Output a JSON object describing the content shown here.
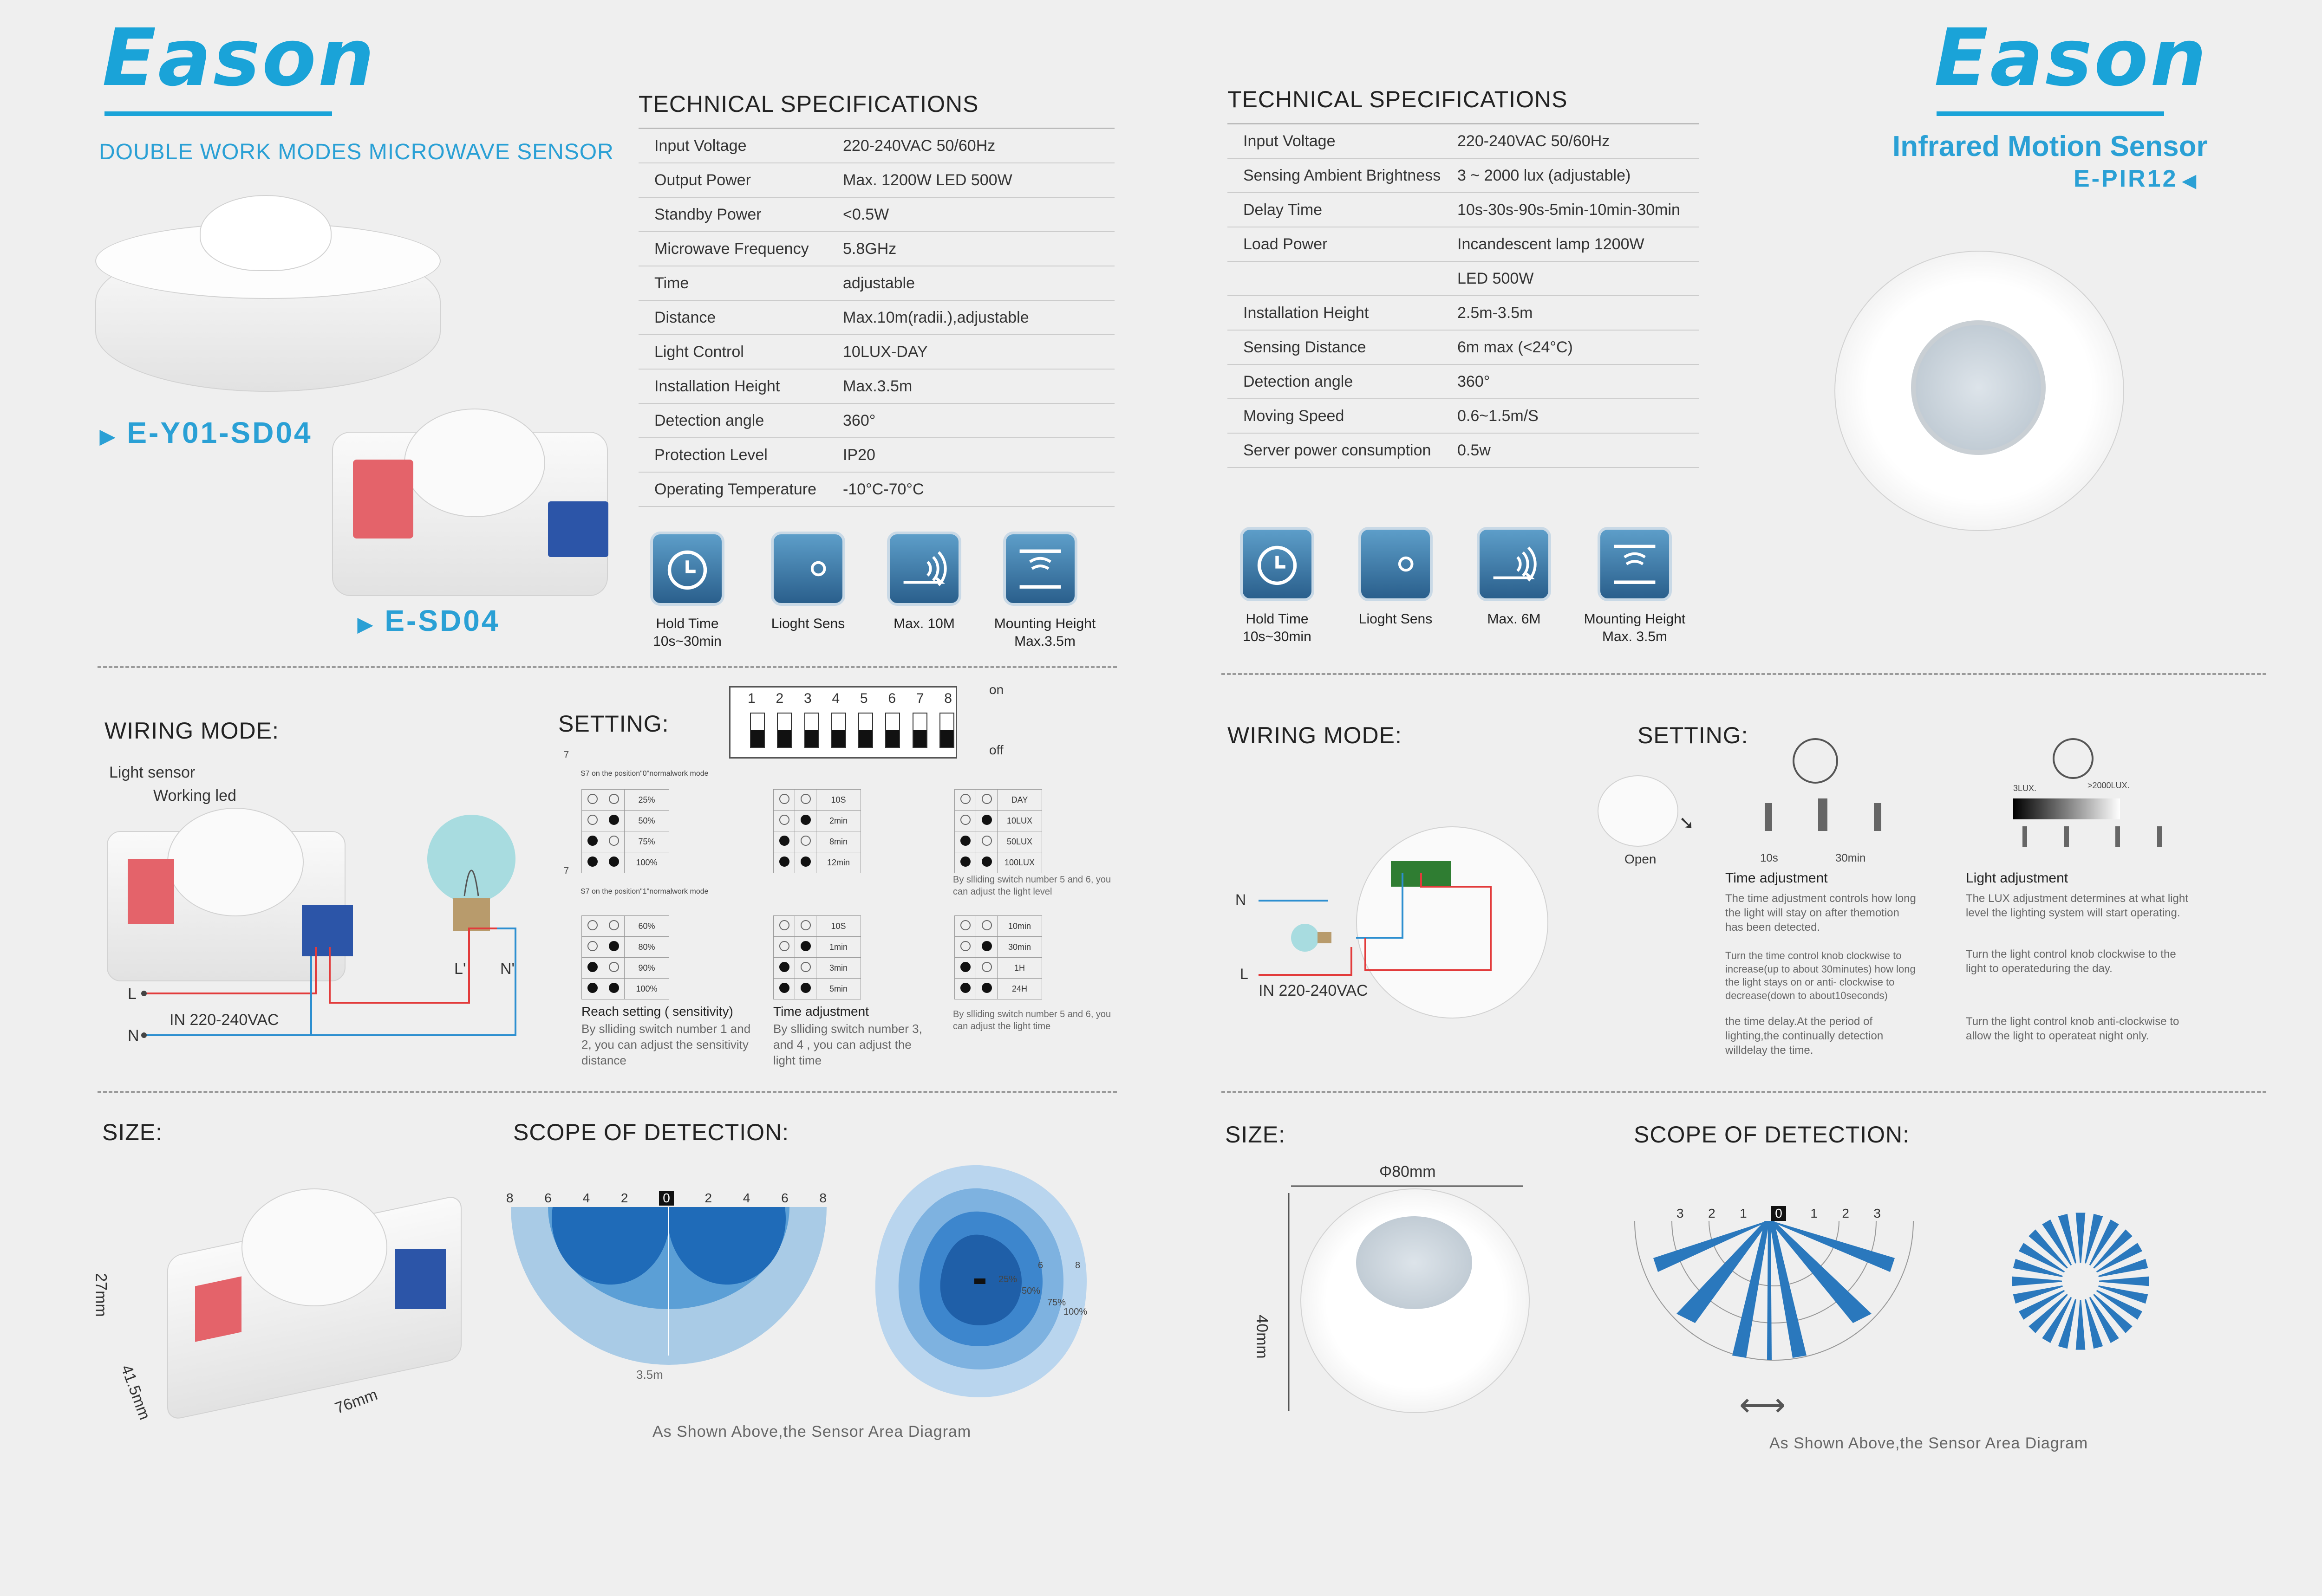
{
  "left": {
    "brand": "Eason",
    "subtitle": "DOUBLE WORK MODES MICROWAVE SENSOR",
    "model1": "E-Y01-SD04",
    "model2": "E-SD04",
    "spec_title": "TECHNICAL SPECIFICATIONS",
    "specs": [
      {
        "k": "Input Voltage",
        "v": "220-240VAC   50/60Hz"
      },
      {
        "k": "Output Power",
        "v": "Max. 1200W    LED 500W"
      },
      {
        "k": "Standby Power",
        "v": "<0.5W"
      },
      {
        "k": "Microwave Frequency",
        "v": "5.8GHz"
      },
      {
        "k": "Time",
        "v": "adjustable"
      },
      {
        "k": "Distance",
        "v": "Max.10m(radii.),adjustable"
      },
      {
        "k": "Light Control",
        "v": "10LUX-DAY"
      },
      {
        "k": "Installation Height",
        "v": "Max.3.5m"
      },
      {
        "k": "Detection angle",
        "v": "360°"
      },
      {
        "k": "Protection Level",
        "v": "IP20"
      },
      {
        "k": "Operating Temperature",
        "v": "-10°C-70°C"
      }
    ],
    "icons": [
      {
        "icon": "clock-icon",
        "l1": "Hold Time",
        "l2": "10s~30min"
      },
      {
        "icon": "moon-sun-icon",
        "l1": "Lioght Sens",
        "l2": ""
      },
      {
        "icon": "signal-wave-icon",
        "l1": "Max. 10M",
        "l2": ""
      },
      {
        "icon": "mounting-height-icon",
        "l1": "Mounting Height",
        "l2": "Max.3.5m"
      }
    ],
    "wiring_title": "WIRING MODE:",
    "wiring": {
      "light_sensor": "Light sensor",
      "working_led": "Working led",
      "l": "L",
      "n": "N",
      "input": "IN 220-240VAC",
      "lp": "L'",
      "np": "N'"
    },
    "setting_title": "SETTING:",
    "dip": {
      "numbers": [
        "1",
        "2",
        "3",
        "4",
        "5",
        "6",
        "7",
        "8"
      ],
      "on": "on",
      "off": "off",
      "note0": "S7 on the position\"0\"normalwork mode",
      "note1": "S7 on the position\"1\"normalwork mode",
      "seven": "7"
    },
    "dist_table": [
      "25%",
      "50%",
      "75%",
      "100%"
    ],
    "time_table": [
      "10S",
      "2min",
      "8min",
      "12min"
    ],
    "lux_table": [
      "DAY",
      "10LUX",
      "50LUX",
      "100LUX"
    ],
    "dist_table2": [
      "60%",
      "80%",
      "90%",
      "100%"
    ],
    "time_table2": [
      "10S",
      "1min",
      "3min",
      "5min"
    ],
    "lux_table2": [
      "10min",
      "30min",
      "1H",
      "24H"
    ],
    "lux_note": "By slliding switch number 5 and 6, you can adjust the light level",
    "lux_note2": "By slliding switch number 5 and 6, you can adjust the light time",
    "reach_title": "Reach setting ( sensitivity)",
    "reach_desc": "By slliding switch number 1 and 2, you can adjust the sensitivity distance",
    "time_title": "Time adjustment",
    "time_desc": "By slliding switch number 3, and 4 , you can adjust the light time",
    "size_title": "SIZE:",
    "dims": {
      "h": "27mm",
      "w": "41.5mm",
      "l": "76mm"
    },
    "scope_title": "SCOPE OF DETECTION:",
    "scope_ticks": [
      "8",
      "6",
      "4",
      "2",
      "0",
      "2",
      "4",
      "6",
      "8"
    ],
    "scope_height": "3.5m",
    "scope_pct": {
      "n0": "6",
      "n1": "8",
      "p25": "25%",
      "p50": "50%",
      "p75": "75%",
      "p100": "100%"
    },
    "scope_caption": "As Shown Above,the Sensor Area Diagram"
  },
  "right": {
    "brand": "Eason",
    "subtitle": "Infrared Motion Sensor",
    "model": "E-PIR12",
    "spec_title": "TECHNICAL SPECIFICATIONS",
    "specs": [
      {
        "k": "Input Voltage",
        "v": "220-240VAC   50/60Hz"
      },
      {
        "k": "Sensing Ambient Brightness",
        "v": "3 ~ 2000 lux (adjustable)"
      },
      {
        "k": "Delay Time",
        "v": "10s-30s-90s-5min-10min-30min"
      },
      {
        "k": "Load Power",
        "v": "Incandescent lamp 1200W"
      },
      {
        "k": "",
        "v": "LED    500W"
      },
      {
        "k": "Installation Height",
        "v": "2.5m-3.5m"
      },
      {
        "k": "Sensing Distance",
        "v": "6m max (<24°C)"
      },
      {
        "k": "Detection angle",
        "v": "360°"
      },
      {
        "k": "Moving Speed",
        "v": "0.6~1.5m/S"
      },
      {
        "k": "Server power consumption",
        "v": "0.5w"
      }
    ],
    "icons": [
      {
        "icon": "clock-icon",
        "l1": "Hold Time",
        "l2": "10s~30min"
      },
      {
        "icon": "moon-sun-icon",
        "l1": "Lioght Sens",
        "l2": ""
      },
      {
        "icon": "signal-wave-icon",
        "l1": "Max. 6M",
        "l2": ""
      },
      {
        "icon": "mounting-height-icon",
        "l1": "Mounting Height",
        "l2": "Max. 3.5m"
      }
    ],
    "wiring_title": "WIRING MODE:",
    "wiring": {
      "n": "N",
      "l": "L",
      "input": "IN   220-240VAC"
    },
    "setting_title": "SETTING:",
    "open": "Open",
    "time_labels": [
      "10s",
      "30min"
    ],
    "time_title": "Time adjustment",
    "time_p1": "The time adjustment controls how long the light will stay on after themotion has been detected.",
    "time_p2": "Turn the time control knob clockwise to increase(up to about 30minutes) how long the light stays on or anti- clockwise to decrease(down to about10seconds)",
    "time_p3": "the time delay.At the period of lighting,the continually detection willdelay the time.",
    "lux_labels": [
      "3LUX.",
      ">2000LUX."
    ],
    "lux_title": "Light adjustment",
    "lux_p1": "The LUX adjustment determines at what light level the lighting system will start operating.",
    "lux_p2": "Turn the light control knob clockwise to the light to operateduring the day.",
    "lux_p3": "Turn the light control knob anti-clockwise to allow the light to operateat night only.",
    "size_title": "SIZE:",
    "dims": {
      "d": "Φ80mm",
      "h": "40mm"
    },
    "scope_title": "SCOPE OF DETECTION:",
    "scope_ticks": [
      "3",
      "2",
      "1",
      "0",
      "1",
      "2",
      "3"
    ],
    "scope_caption": "As Shown Above,the Sensor Area Diagram"
  }
}
